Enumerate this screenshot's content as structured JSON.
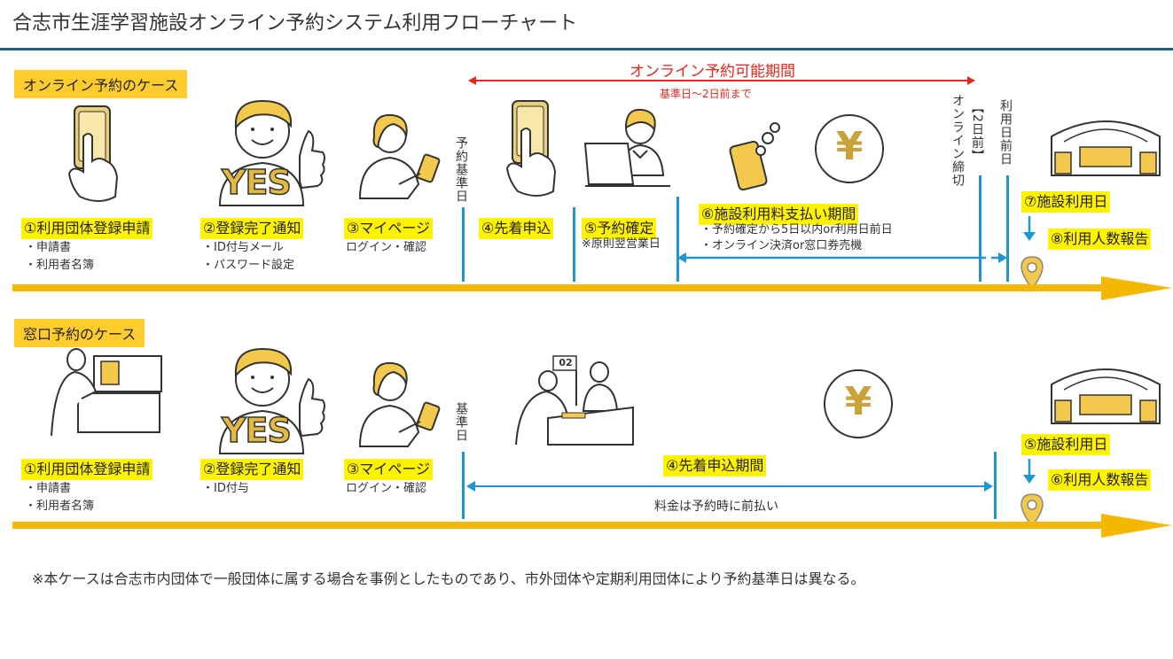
{
  "title": "合志市生涯学習施設オンライン予約システム利用フローチャート",
  "online": {
    "case_label": "オンライン予約のケース",
    "period_label": "オンライン予約可能期間",
    "period_sub": "基準日〜2日前まで",
    "steps": [
      {
        "label": "①利用団体登録申請",
        "details": [
          "・申請書",
          "・利用者名簿"
        ]
      },
      {
        "label": "②登録完了通知",
        "details": [
          "・ID付与メール",
          "・パスワード設定"
        ]
      },
      {
        "label": "③マイページ",
        "details": [
          "ログイン・確認"
        ]
      },
      {
        "label": "④先着申込",
        "details": []
      },
      {
        "label": "⑤予約確定",
        "details": [
          "※原則翌営業日"
        ]
      },
      {
        "label": "⑥施設利用料支払い期間",
        "details": [
          "・予約確定から5日以内or利用日前日",
          "・オンライン決済or窓口券売機"
        ]
      },
      {
        "label": "⑦施設利用日",
        "details": []
      },
      {
        "label": "⑧利用人数報告",
        "details": []
      }
    ],
    "markers": {
      "reservation_base_day": "予約基準日",
      "online_deadline": "オンライン締切",
      "two_days_before": "【2日前】",
      "day_before_use": "利用日前日"
    }
  },
  "counter": {
    "case_label": "窓口予約のケース",
    "steps": [
      {
        "label": "①利用団体登録申請",
        "details": [
          "・申請書",
          "・利用者名簿"
        ]
      },
      {
        "label": "②登録完了通知",
        "details": [
          "・ID付与"
        ]
      },
      {
        "label": "③マイページ",
        "details": [
          "ログイン・確認"
        ]
      },
      {
        "label": "④先着申込期間",
        "details": []
      },
      {
        "label": "⑤施設利用日",
        "details": []
      },
      {
        "label": "⑥利用人数報告",
        "details": []
      }
    ],
    "markers": {
      "base_day": "基準日"
    },
    "payment_note": "料金は予約時に前払い",
    "counter_number": "02"
  },
  "yes_text": "YES",
  "yen_symbol": "¥",
  "footnote": "※本ケースは合志市内団体で一般団体に属する場合を事例としたものであり、市外団体や定期利用団体により予約基準日は異なる。",
  "colors": {
    "accent_yellow": "#ffcc2e",
    "highlight": "#fff200",
    "timeline": "#f5b800",
    "blue": "#1f96cf",
    "red": "#e8261c",
    "title_rule": "#1f5f86"
  }
}
